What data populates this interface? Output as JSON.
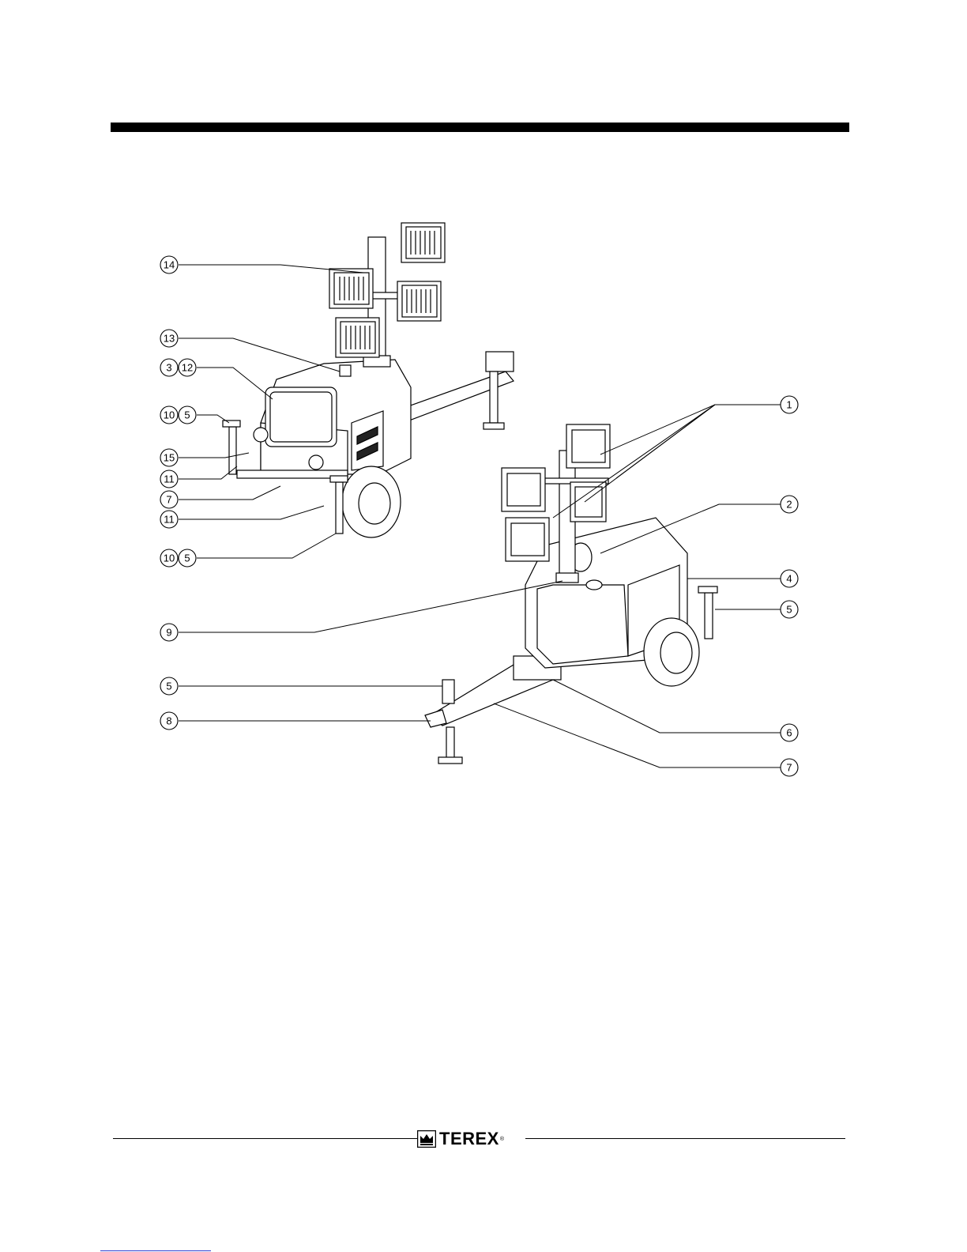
{
  "figure": {
    "callouts_left": [
      "14",
      "13",
      "3",
      "12",
      "10",
      "5",
      "15",
      "11",
      "7",
      "11",
      "10",
      "5"
    ],
    "callouts_right": [
      "1",
      "2",
      "4",
      "5",
      "9",
      "5",
      "8",
      "6",
      "7"
    ]
  },
  "footer": {
    "logo_text": "TEREX",
    "logo_reg": "®"
  }
}
